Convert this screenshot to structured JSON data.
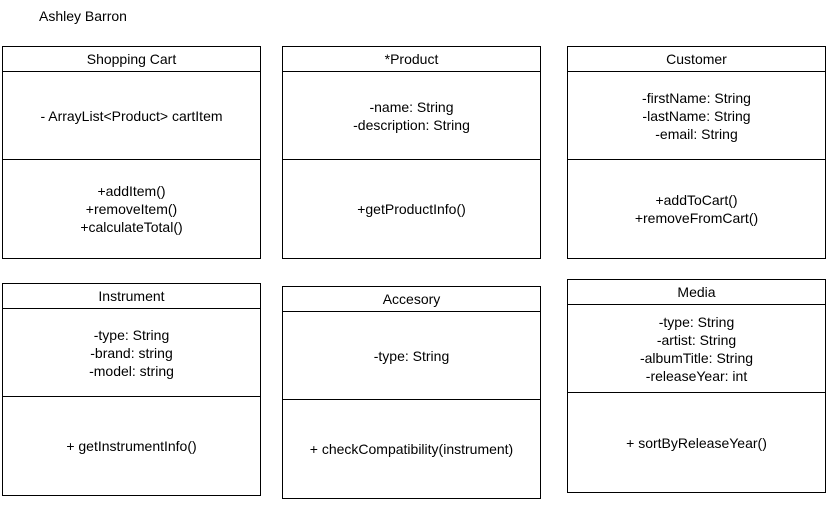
{
  "author": "Ashley Barron",
  "classes": {
    "shopping_cart": {
      "name": "Shopping Cart",
      "attributes": [
        "- ArrayList<Product> cartItem"
      ],
      "methods": [
        "+addItem()",
        "+removeItem()",
        "+calculateTotal()"
      ]
    },
    "product": {
      "name": "*Product",
      "attributes": [
        "-name: String",
        "-description: String"
      ],
      "methods": [
        "+getProductInfo()"
      ]
    },
    "customer": {
      "name": "Customer",
      "attributes": [
        "-firstName: String",
        "-lastName: String",
        "-email: String"
      ],
      "methods": [
        "+addToCart()",
        "+removeFromCart()"
      ]
    },
    "instrument": {
      "name": "Instrument",
      "attributes": [
        "-type: String",
        "-brand: string",
        "-model: string"
      ],
      "methods": [
        "+ getInstrumentInfo()"
      ]
    },
    "accesory": {
      "name": "Accesory",
      "attributes": [
        "-type: String"
      ],
      "methods": [
        "+ checkCompatibility(instrument)"
      ]
    },
    "media": {
      "name": "Media",
      "attributes": [
        "-type: String",
        "-artist: String",
        "-albumTitle: String",
        "-releaseYear: int"
      ],
      "methods": [
        "+ sortByReleaseYear()"
      ]
    }
  }
}
